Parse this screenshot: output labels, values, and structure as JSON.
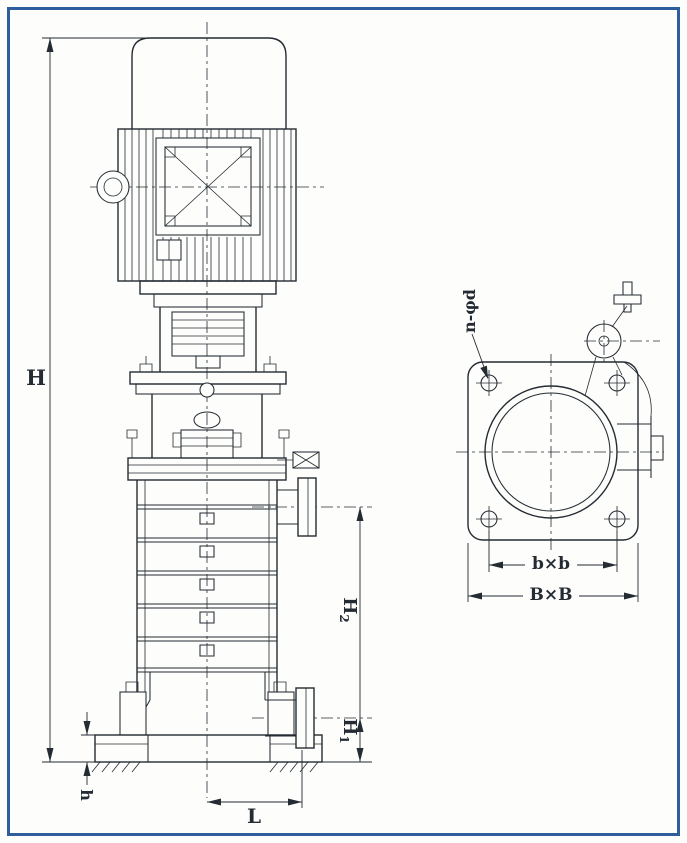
{
  "figure": {
    "kind": "pump-outline-technical-drawing",
    "ink_color": "#242b33",
    "frame_color": "#2f5e9e",
    "background": "#fdfdfb"
  },
  "labels": {
    "H": "H",
    "H2_base": "H",
    "H2_sub": "2",
    "H1_base": "H",
    "H1_sub": "1",
    "h": "h",
    "L": "L",
    "b_square": "b×b",
    "B_square": "B×B",
    "bolt_note": "n-φd"
  }
}
